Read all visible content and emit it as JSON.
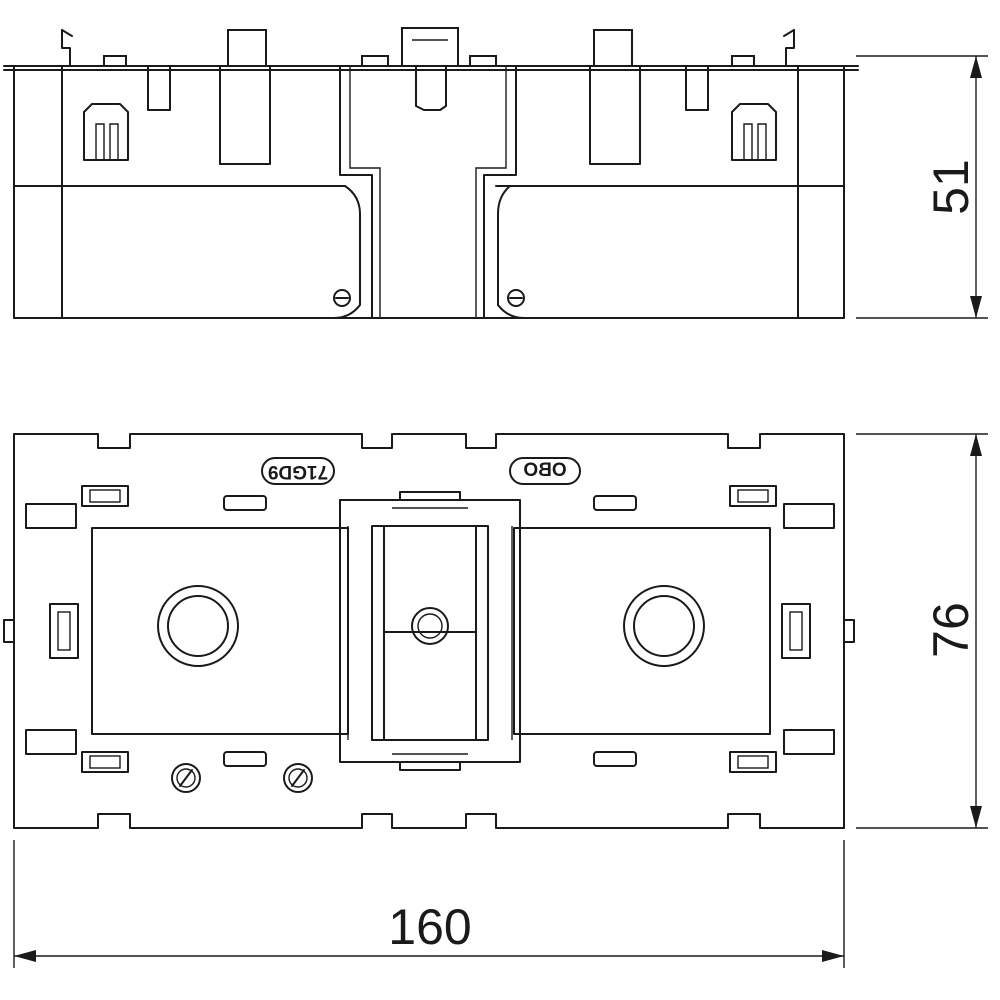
{
  "dimensions": {
    "height_side": "51",
    "depth_top": "76",
    "width": "160"
  },
  "markings": {
    "brand": "OBO",
    "part_code": "71GD9"
  }
}
